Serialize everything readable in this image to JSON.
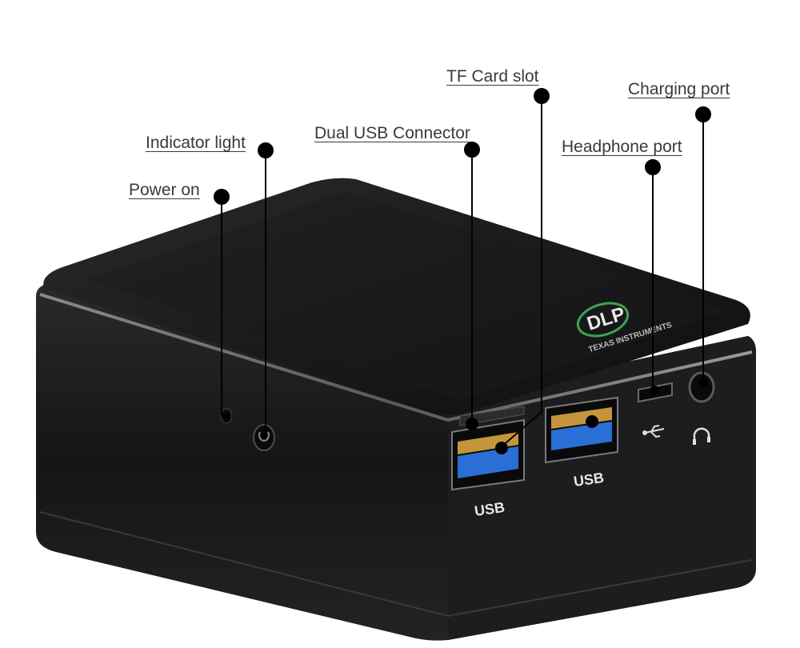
{
  "callouts": {
    "power_on": "Power on",
    "indicator_light": "Indicator light",
    "dual_usb": "Dual USB Connector",
    "tf_card": "TF Card slot",
    "headphone": "Headphone port",
    "charging": "Charging port"
  },
  "device": {
    "logo_text": "DLP",
    "logo_sub": "TEXAS INSTRUMENTS",
    "usb_label_left": "USB",
    "usb_label_right": "USB"
  },
  "icons": [
    "usb-icon",
    "headphone-icon",
    "power-icon"
  ],
  "colors": {
    "body": "#1c1c1e",
    "top": "#1a1a1a",
    "usb_blue": "#2a6fd6",
    "label_text": "#3a3a3a"
  }
}
